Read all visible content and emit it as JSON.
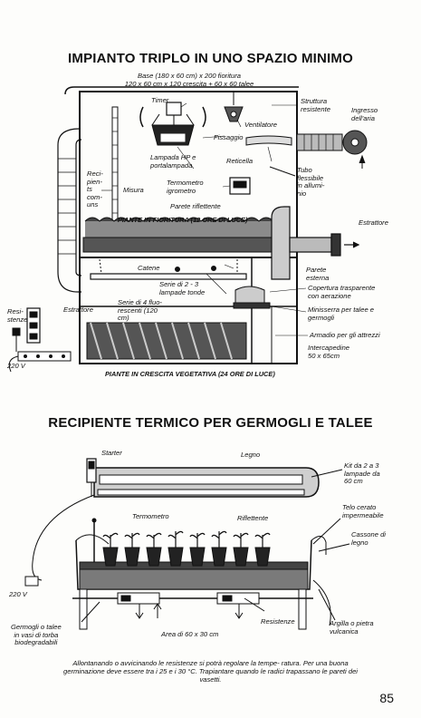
{
  "section1": {
    "title": "IMPIANTO TRIPLO IN UNO SPAZIO MINIMO",
    "base_note": "Base (180 x 60 cm) x 200 fioritura\n120 x 60 cm x 120 crescita + 60 x 60 talee",
    "labels": {
      "timer": "Timer",
      "struttura": "Struttura\nresistente",
      "ingresso": "Ingresso\ndell'aria",
      "ventilatore": "Ventilatore",
      "fissaggio": "Fissaggio",
      "lampada": "Lampada HP e\nportalampada",
      "reticella": "Reticella",
      "tubo": "Tubo\nflessibile\nin allumi-\nnio",
      "reci": "Reci-\npien-\nts\ncom-\nuns",
      "misuratori": "Misura",
      "termometro": "Termometro\nigrometro",
      "parete": "Parete riflettente",
      "estrattore_r": "Estrattore",
      "piante_fior": "PIANTE IN FIORITURA (12 ORE DI LUCE)",
      "catene": "Catene",
      "serie23": "Serie di 2 - 3\nlampade tonde",
      "parete_ext": "Parete\nesterna",
      "copertura": "Copertura trasparente\ncon aerazione",
      "serie4": "Serie di 4 fluo-\nrescenti (120\ncm)",
      "minisserra": "Minisserra per talee e\ngermogli",
      "resistenze": "Resi-\nstenze",
      "estrattore_l": "Estrattore",
      "armadio": "Armadio per gli attrezzi",
      "intercapedine": "Intercapedine\n50 x 65cm",
      "volt": "220 V",
      "piante_cresc": "PIANTE IN CRESCITA VEGETATIVA (24 ORE DI LUCE)"
    }
  },
  "section2": {
    "title": "RECIPIENTE TERMICO PER GERMOGLI E TALEE",
    "labels": {
      "starter": "Starter",
      "legno": "Legno",
      "kit": "Kit da 2 a 3\nlampade da\n60 cm",
      "termometro": "Termometro",
      "riflettente": "Riflettente",
      "telo": "Telo cerato\nimpermeabile",
      "cassone": "Cassone di\nlegno",
      "volt": "220 V",
      "germogli": "Germogli o talee\nin vasi di torba\nbiodegradabili",
      "area": "Area di 60 x 30 cm",
      "resistenze": "Resistenze",
      "argilla": "Argilla o pietra\nvulcanica"
    },
    "note": "Allontanando o avvicinando le resistenze si potrà regolare la tempe-\nratura. Per una buona germinazione deve essere tra i 25 e i 30 °C.\nTrapiantare quando le radici trapassano le pareti dei vasetti."
  },
  "page_number": "85"
}
